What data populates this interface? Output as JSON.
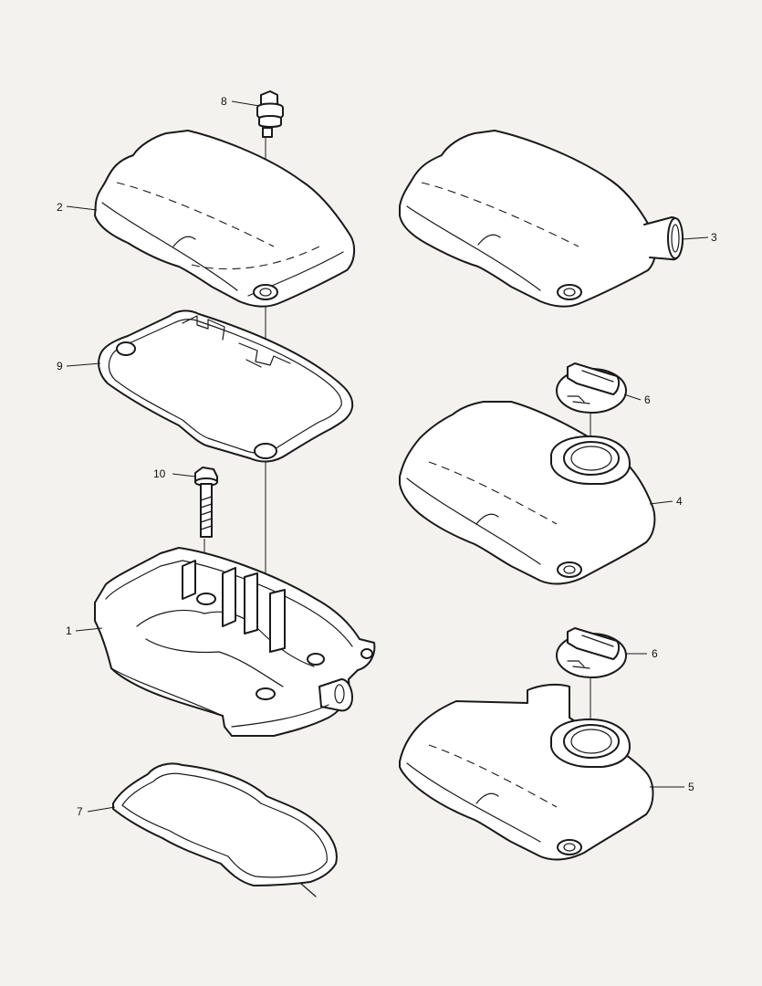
{
  "diagram": {
    "callouts": [
      {
        "id": "c1",
        "label": "1"
      },
      {
        "id": "c2",
        "label": "2"
      },
      {
        "id": "c3",
        "label": "3"
      },
      {
        "id": "c4",
        "label": "4"
      },
      {
        "id": "c5",
        "label": "5"
      },
      {
        "id": "c6a",
        "label": "6"
      },
      {
        "id": "c6b",
        "label": "6"
      },
      {
        "id": "c7",
        "label": "7"
      },
      {
        "id": "c8",
        "label": "8"
      },
      {
        "id": "c9",
        "label": "9"
      },
      {
        "id": "c10",
        "label": "10"
      }
    ]
  },
  "colors": {
    "background": "#f3f2ee",
    "line": "#1a1a1a",
    "part_fill": "#ffffff"
  }
}
